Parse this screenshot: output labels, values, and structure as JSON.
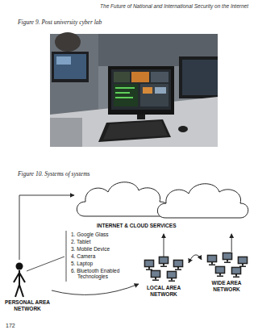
{
  "diagram": {
    "nodes": [
      {
        "text": [
          "INTERNET & CLOUD SERVICES"
        ]
      },
      {
        "text": [
          "PERSONAL AREA NETWORK"
        ]
      },
      {
        "text": [
          "LOCAL AREA NETWORK"
        ]
      },
      {
        "text": [
          "WIDE AREA NETWORK"
        ]
      }
    ],
    "edges": [
      {
        "from": 1,
        "to": 0,
        "arrow": "to"
      },
      {
        "from": 2,
        "to": 0,
        "arrow": "to"
      },
      {
        "from": 3,
        "to": 0,
        "arrow": "to"
      },
      {
        "from": 1,
        "to": 2,
        "arrow": "to"
      },
      {
        "from": 2,
        "to": 3,
        "arrow": "both"
      }
    ],
    "labels": [
      "The Future of National and International Security on the Internet",
      "Figure 9. Post university cyber lab",
      "Figure 10. Systems of systems",
      "1. Google Glass",
      "2. Tablet",
      "3. Mobile Device",
      "4. Camera",
      "5. Laptop",
      "6. Bluetooth Enabled Technologies",
      "172"
    ]
  }
}
